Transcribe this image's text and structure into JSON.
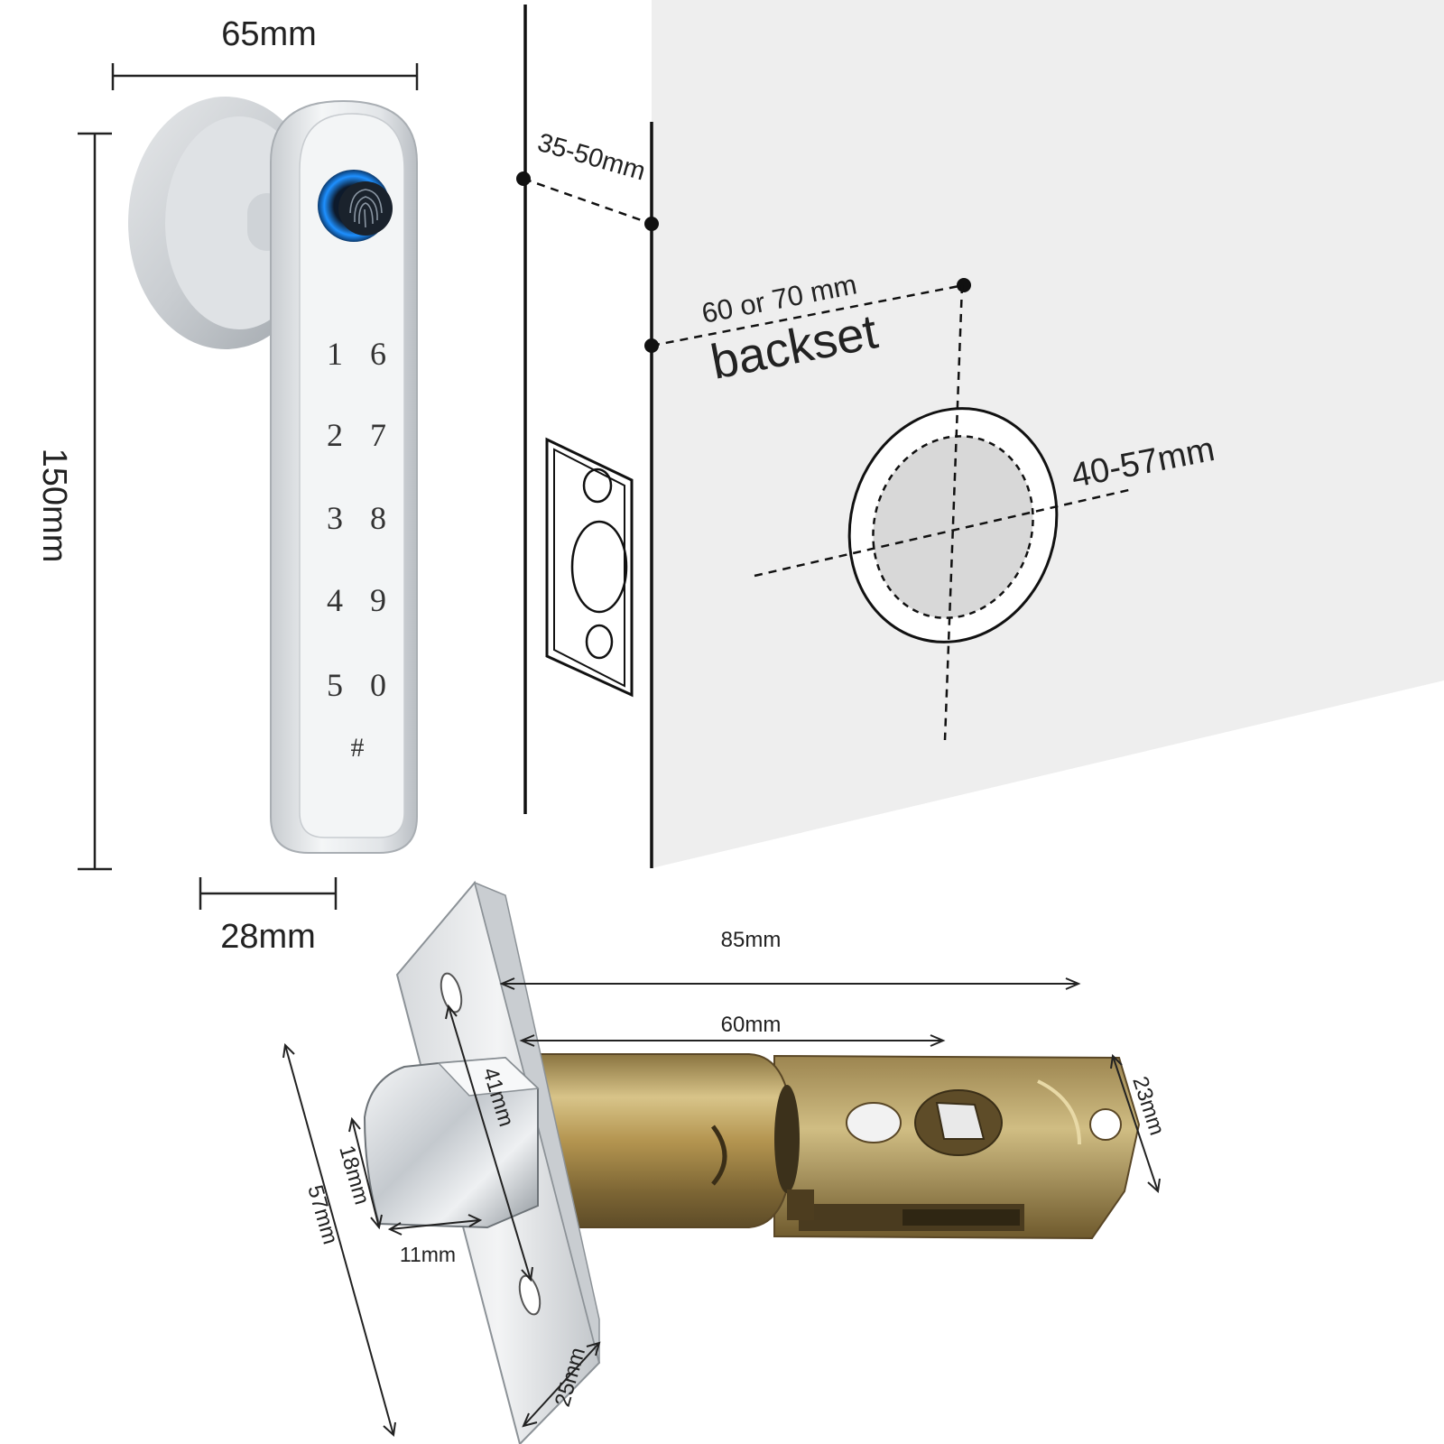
{
  "handle": {
    "width_label": "65mm",
    "height_label": "150mm",
    "depth_label": "28mm",
    "keypad_keys": [
      "1",
      "6",
      "2",
      "7",
      "3",
      "8",
      "4",
      "9",
      "5",
      "0",
      "#"
    ]
  },
  "door": {
    "thickness_label": "35-50mm",
    "backset_value_label": "60 or 70 mm",
    "backset_label": "backset",
    "bore_label": "40-57mm"
  },
  "latch": {
    "total_length_label": "85mm",
    "backset_length_label": "60mm",
    "tube_diameter_label": "23mm",
    "faceplate_hole_spacing_label": "41mm",
    "faceplate_height_label": "57mm",
    "faceplate_width_label": "25mm",
    "bolt_height_label": "18mm",
    "bolt_depth_label": "11mm"
  },
  "colors": {
    "fingerprint_ring": "#1e90ff",
    "brass": "#b99a4e",
    "chrome": "#d9dde0",
    "wall": "#eeeeee"
  }
}
